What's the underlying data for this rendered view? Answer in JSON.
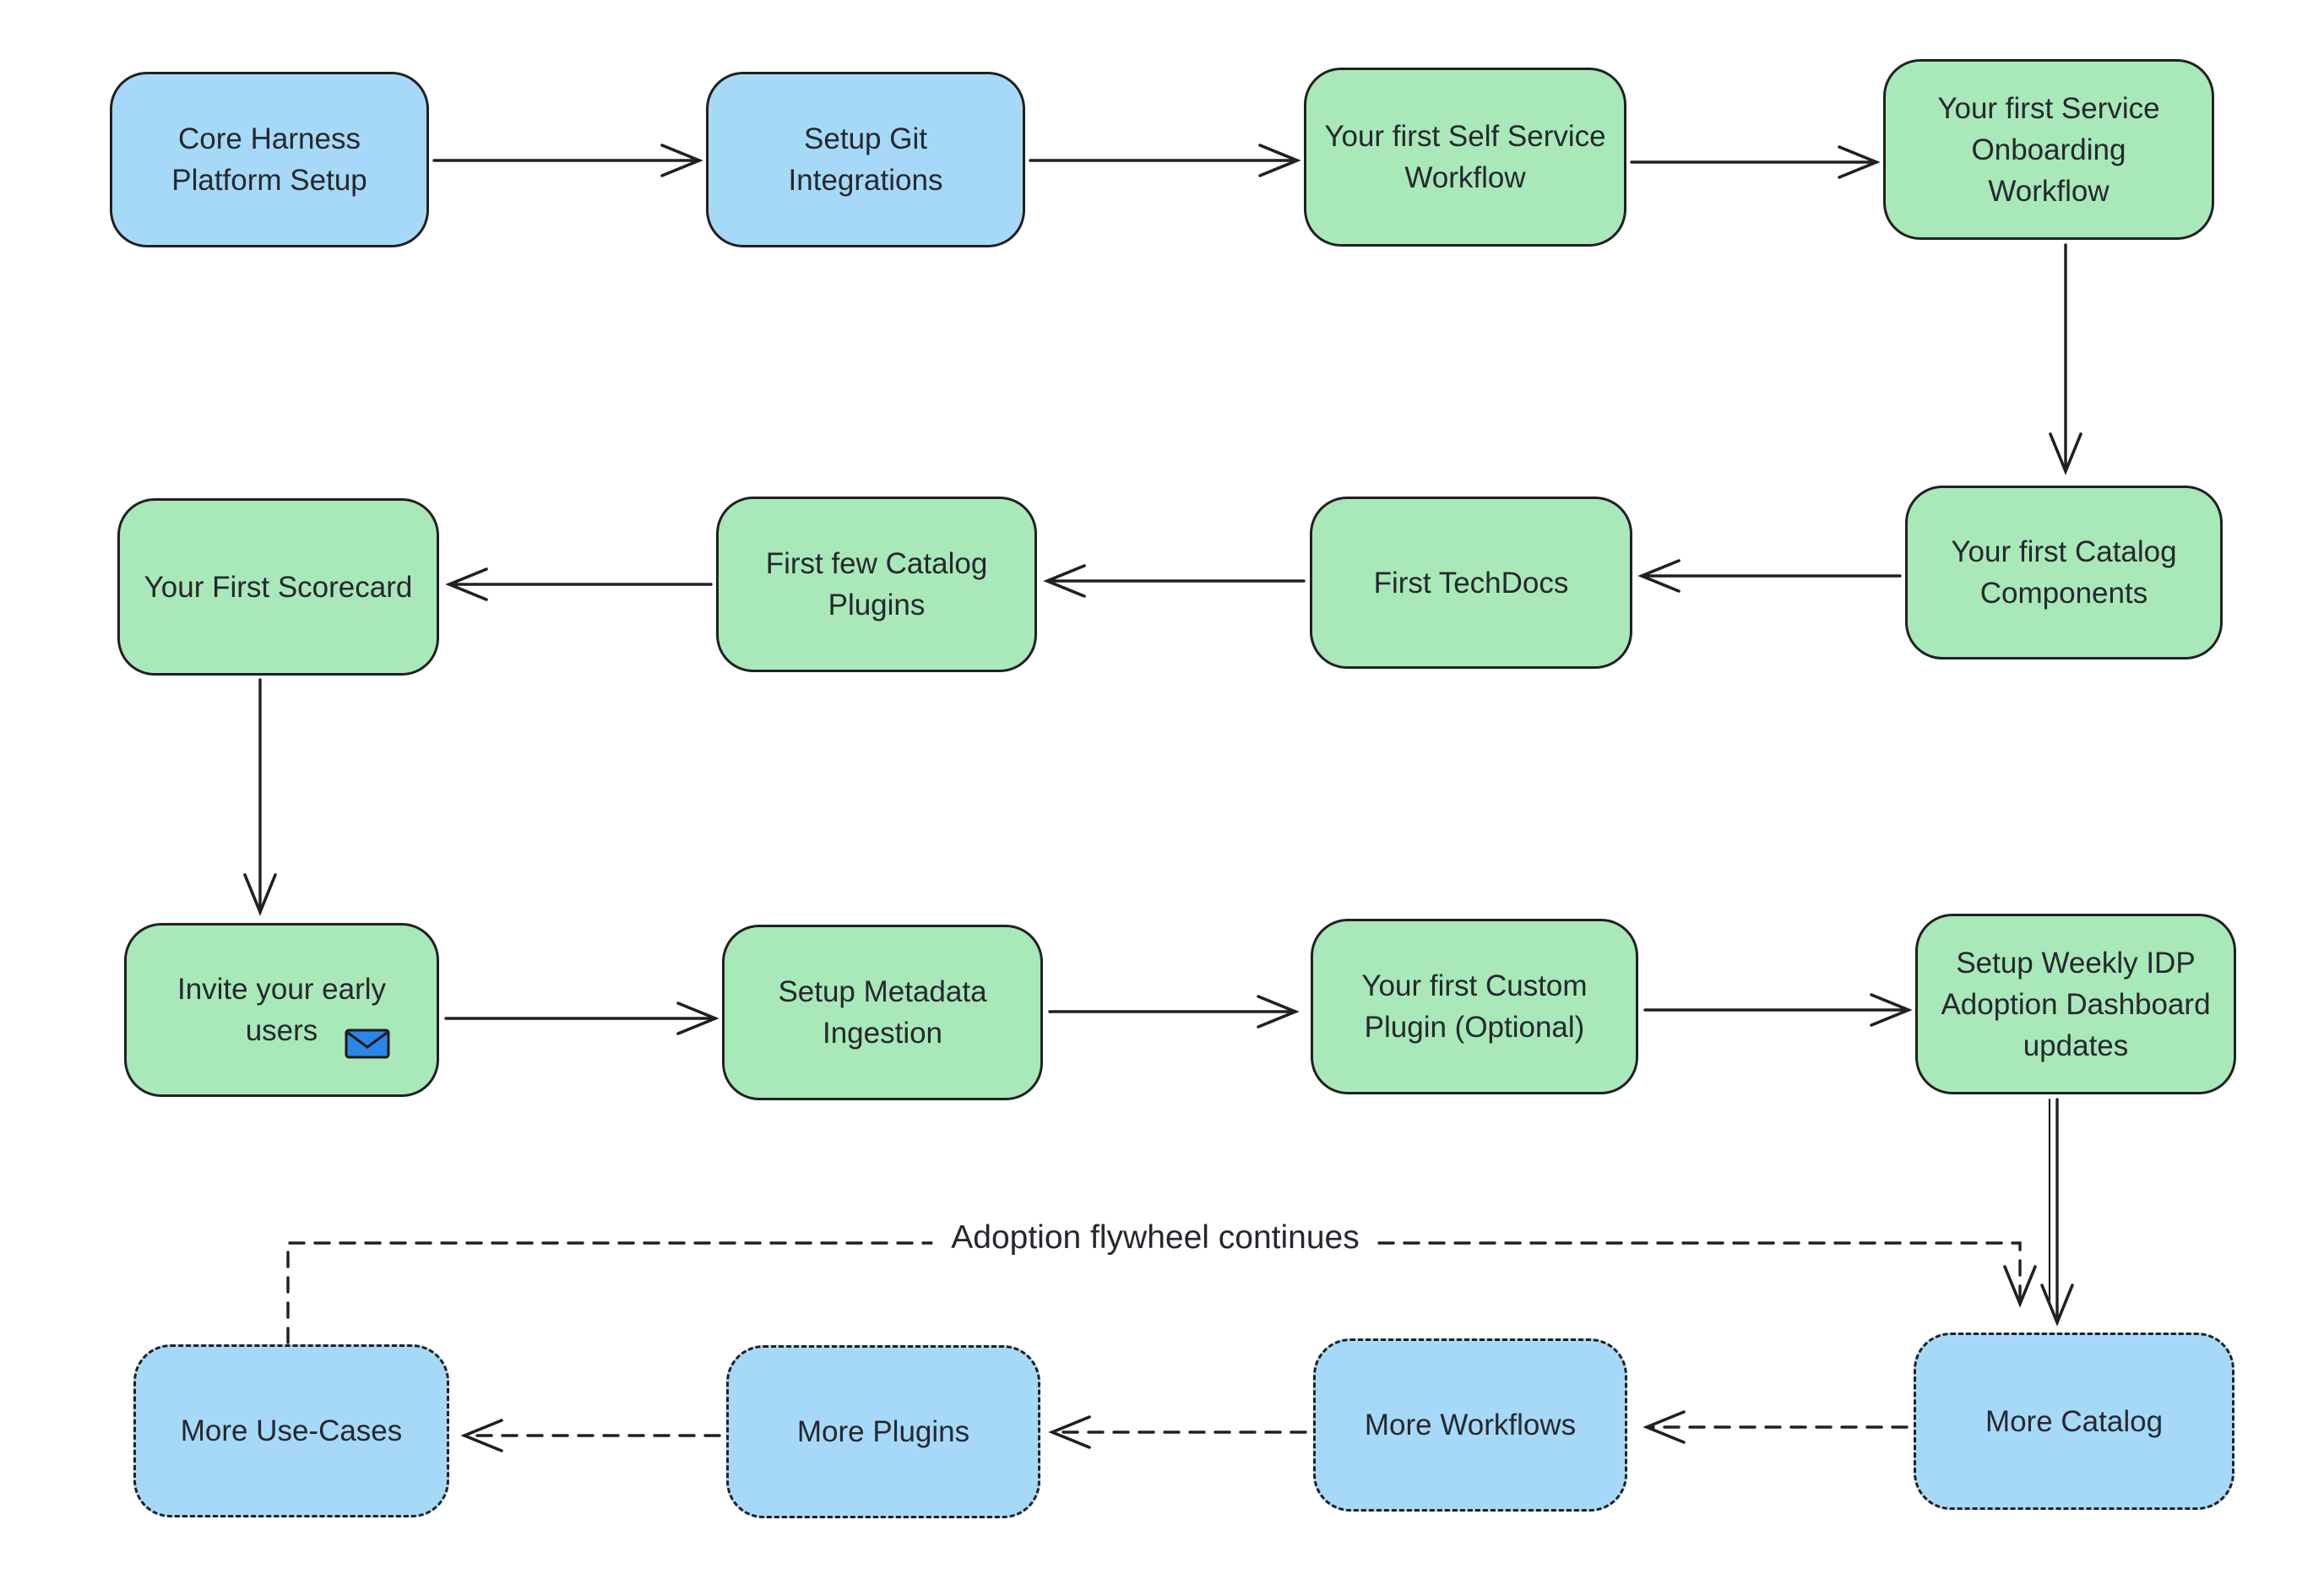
{
  "diagram": {
    "flywheel_label": "Adoption flywheel continues",
    "nodes": [
      {
        "label": "Core Harness Platform Setup",
        "color": "blue",
        "border": "solid"
      },
      {
        "label": "Setup Git Integrations",
        "color": "blue",
        "border": "solid"
      },
      {
        "label": "Your first Self Service Workflow",
        "color": "green",
        "border": "solid"
      },
      {
        "label": "Your first Service Onboarding Workflow",
        "color": "green",
        "border": "solid"
      },
      {
        "label": "Your first Catalog Components",
        "color": "green",
        "border": "solid"
      },
      {
        "label": "First TechDocs",
        "color": "green",
        "border": "solid"
      },
      {
        "label": "First few Catalog Plugins",
        "color": "green",
        "border": "solid"
      },
      {
        "label": "Your First Scorecard",
        "color": "green",
        "border": "solid"
      },
      {
        "label": "Invite your early users",
        "color": "green",
        "border": "solid",
        "icon": "envelope-icon"
      },
      {
        "label": "Setup Metadata Ingestion",
        "color": "green",
        "border": "solid"
      },
      {
        "label": "Your first Custom Plugin (Optional)",
        "color": "green",
        "border": "solid"
      },
      {
        "label": "Setup Weekly IDP Adoption Dashboard updates",
        "color": "green",
        "border": "solid"
      },
      {
        "label": "More Use-Cases",
        "color": "blue",
        "border": "dashed"
      },
      {
        "label": "More Plugins",
        "color": "blue",
        "border": "dashed"
      },
      {
        "label": "More Workflows",
        "color": "blue",
        "border": "dashed"
      },
      {
        "label": "More Catalog",
        "color": "blue",
        "border": "dashed"
      }
    ],
    "colors": {
      "blue_fill": "#A6D9F7",
      "green_fill": "#A9E8B9",
      "stroke": "#202020",
      "text": "#25282E",
      "envelope_blue": "#2A86E8",
      "background": "#FFFFFF"
    }
  }
}
